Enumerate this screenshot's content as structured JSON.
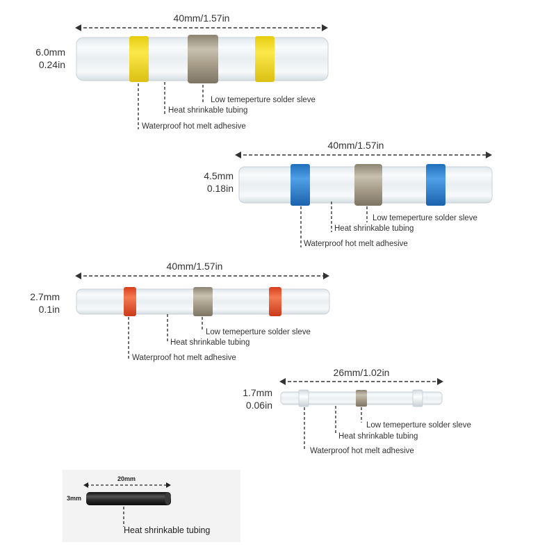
{
  "colors": {
    "yellow": "#f2dc1f",
    "blue": "#2f85d2",
    "red": "#e8532a",
    "solder": "#a49a86",
    "tube_black": "#2a2a2a"
  },
  "connectors": [
    {
      "length_label": "40mm/1.57in",
      "diameter_mm": "6.0mm",
      "diameter_in": "0.24in",
      "band_color": "yellow",
      "solder_label": "Low temeperture solder sleve",
      "tubing_label": "Heat shrinkable tubing",
      "adhesive_label": "Waterproof hot melt adhesive"
    },
    {
      "length_label": "40mm/1.57in",
      "diameter_mm": "4.5mm",
      "diameter_in": "0.18in",
      "band_color": "blue",
      "solder_label": "Low temeperture solder sleve",
      "tubing_label": "Heat shrinkable tubing",
      "adhesive_label": "Waterproof hot melt adhesive"
    },
    {
      "length_label": "40mm/1.57in",
      "diameter_mm": "2.7mm",
      "diameter_in": "0.1in",
      "band_color": "red",
      "solder_label": "Low temeperture solder sleve",
      "tubing_label": "Heat shrinkable tubing",
      "adhesive_label": "Waterproof hot melt adhesive"
    },
    {
      "length_label": "26mm/1.02in",
      "diameter_mm": "1.7mm",
      "diameter_in": "0.06in",
      "band_color": "clear",
      "solder_label": "Low temeperture solder sleve",
      "tubing_label": "Heat shrinkable tubing",
      "adhesive_label": "Waterproof hot melt adhesive"
    }
  ],
  "heat_tube": {
    "length_label": "20mm",
    "diameter_label": "3mm",
    "label": "Heat shrinkable tubing"
  }
}
